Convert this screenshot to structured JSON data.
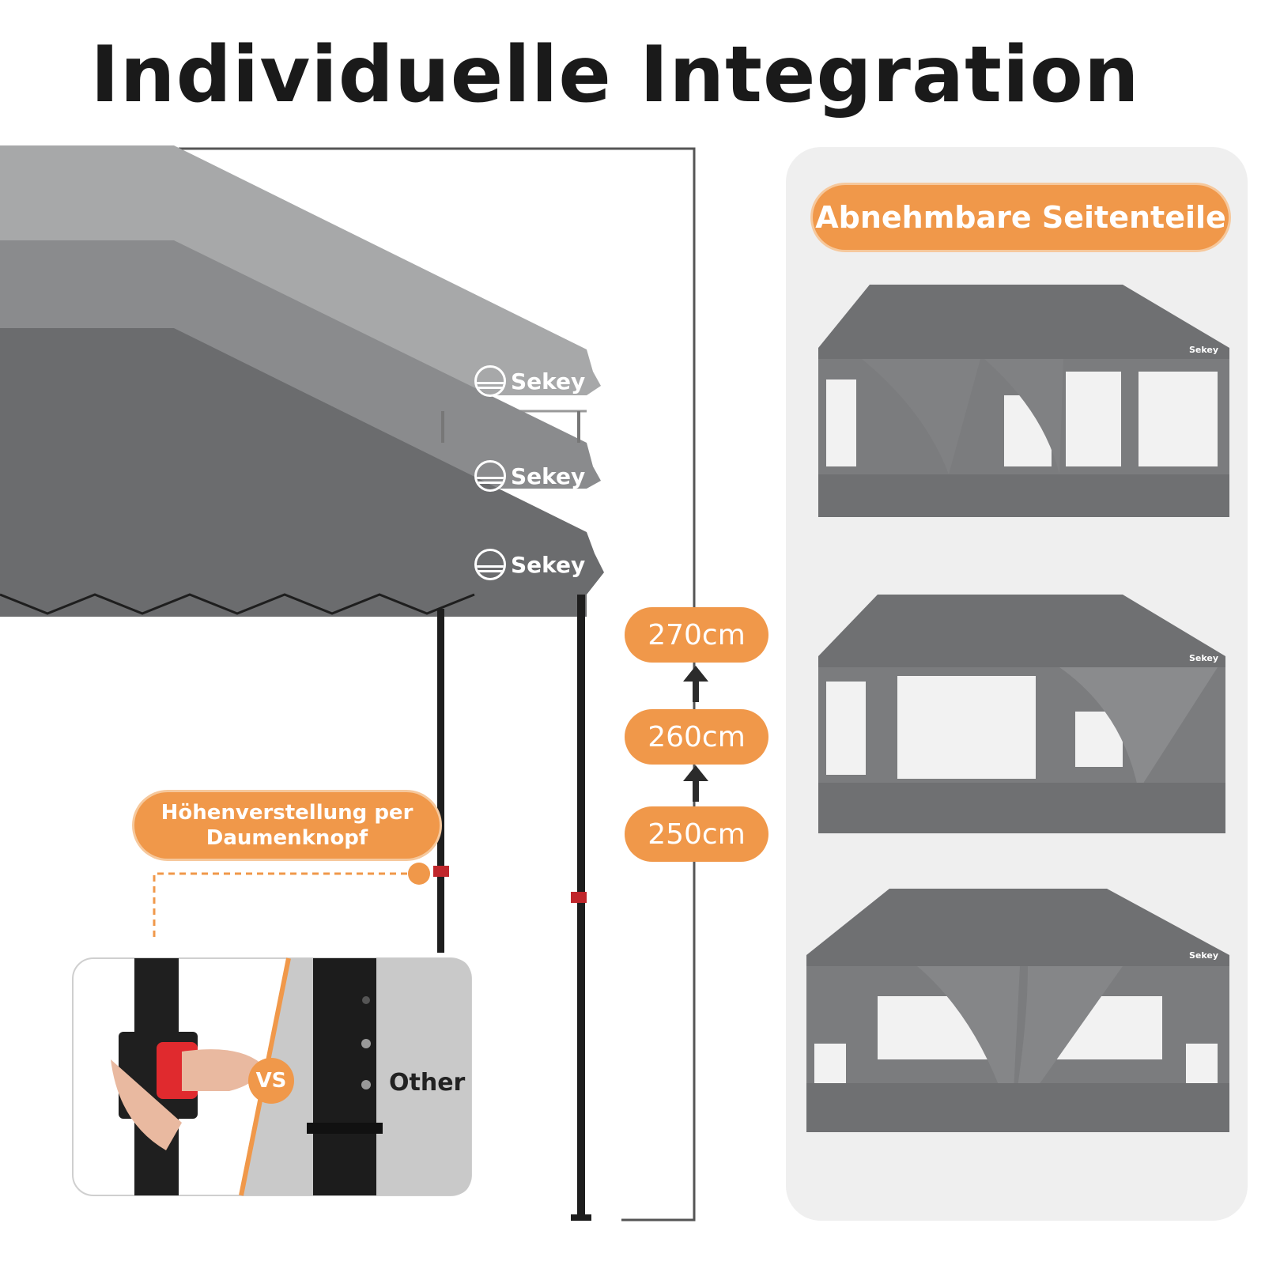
{
  "title": "Individuelle Integration",
  "side_panel": {
    "label": "Abnehmbare Seitenteile"
  },
  "heights": [
    "270cm",
    "260cm",
    "250cm"
  ],
  "adjustment": {
    "label": "Höhenverstellung per Daumenknopf"
  },
  "comparison": {
    "vs": "VS",
    "other": "Other"
  },
  "brand": "Sekey",
  "colors": {
    "accent": "#f0984a",
    "canopy": "#6b6c6e",
    "panel_bg": "#efefef",
    "frame": "#1e1e1e"
  }
}
